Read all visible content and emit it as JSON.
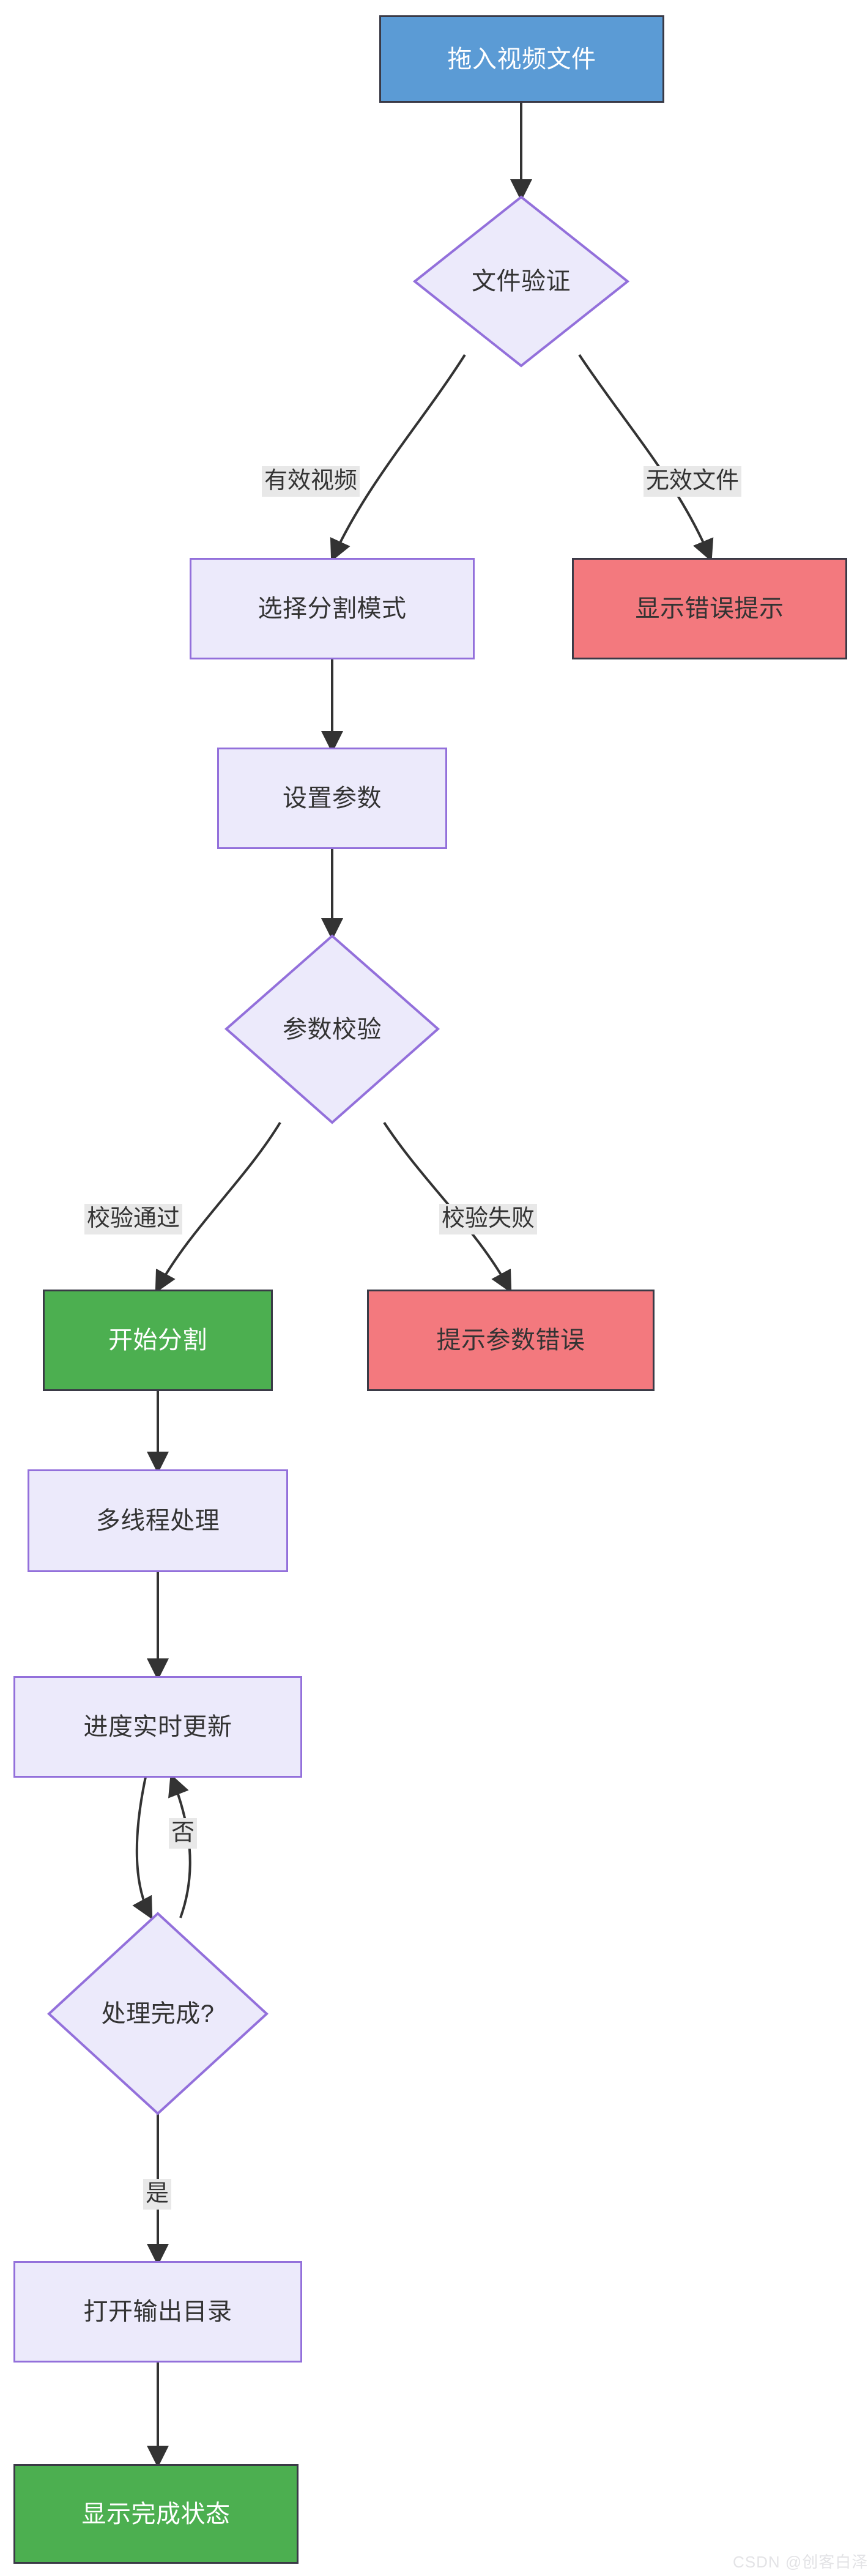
{
  "diagram": {
    "type": "flowchart",
    "direction": "top-down",
    "title": "",
    "colors": {
      "process_fill": "#ECEAFB",
      "process_stroke": "#9370DB",
      "start_fill": "#5B9BD5",
      "start_text": "#FFFFFF",
      "error_fill": "#F3797E",
      "success_fill": "#4CAF50",
      "success_text": "#FFFFFF",
      "edge_stroke": "#333333",
      "label_bg": "#E8E8E8",
      "text": "#333333"
    },
    "nodes": [
      {
        "id": "start",
        "label": "拖入视频文件",
        "shape": "rect",
        "style": "start"
      },
      {
        "id": "validate",
        "label": "文件验证",
        "shape": "diamond",
        "style": "process"
      },
      {
        "id": "mode",
        "label": "选择分割模式",
        "shape": "rect",
        "style": "process"
      },
      {
        "id": "error",
        "label": "显示错误提示",
        "shape": "rect",
        "style": "error"
      },
      {
        "id": "params",
        "label": "设置参数",
        "shape": "rect",
        "style": "process"
      },
      {
        "id": "paramcheck",
        "label": "参数校验",
        "shape": "diamond",
        "style": "process"
      },
      {
        "id": "split",
        "label": "开始分割",
        "shape": "rect",
        "style": "success"
      },
      {
        "id": "paramerror",
        "label": "提示参数错误",
        "shape": "rect",
        "style": "error"
      },
      {
        "id": "threads",
        "label": "多线程处理",
        "shape": "rect",
        "style": "process"
      },
      {
        "id": "progress",
        "label": "进度实时更新",
        "shape": "rect",
        "style": "process"
      },
      {
        "id": "done",
        "label": "处理完成?",
        "shape": "diamond",
        "style": "process"
      },
      {
        "id": "opendir",
        "label": "打开输出目录",
        "shape": "rect",
        "style": "process"
      },
      {
        "id": "finish",
        "label": "显示完成状态",
        "shape": "rect",
        "style": "success"
      }
    ],
    "edges": [
      {
        "from": "start",
        "to": "validate",
        "label": ""
      },
      {
        "from": "validate",
        "to": "mode",
        "label": "有效视频"
      },
      {
        "from": "validate",
        "to": "error",
        "label": "无效文件"
      },
      {
        "from": "mode",
        "to": "params",
        "label": ""
      },
      {
        "from": "params",
        "to": "paramcheck",
        "label": ""
      },
      {
        "from": "paramcheck",
        "to": "split",
        "label": "校验通过"
      },
      {
        "from": "paramcheck",
        "to": "paramerror",
        "label": "校验失败"
      },
      {
        "from": "split",
        "to": "threads",
        "label": ""
      },
      {
        "from": "threads",
        "to": "progress",
        "label": ""
      },
      {
        "from": "progress",
        "to": "done",
        "label": ""
      },
      {
        "from": "done",
        "to": "progress",
        "label": "否"
      },
      {
        "from": "done",
        "to": "opendir",
        "label": "是"
      },
      {
        "from": "opendir",
        "to": "finish",
        "label": ""
      }
    ],
    "edge_labels": {
      "valid_video": "有效视频",
      "invalid_file": "无效文件",
      "check_pass": "校验通过",
      "check_fail": "校验失败",
      "no": "否",
      "yes": "是"
    }
  },
  "watermark": {
    "text": "CSDN @创客白泽"
  }
}
